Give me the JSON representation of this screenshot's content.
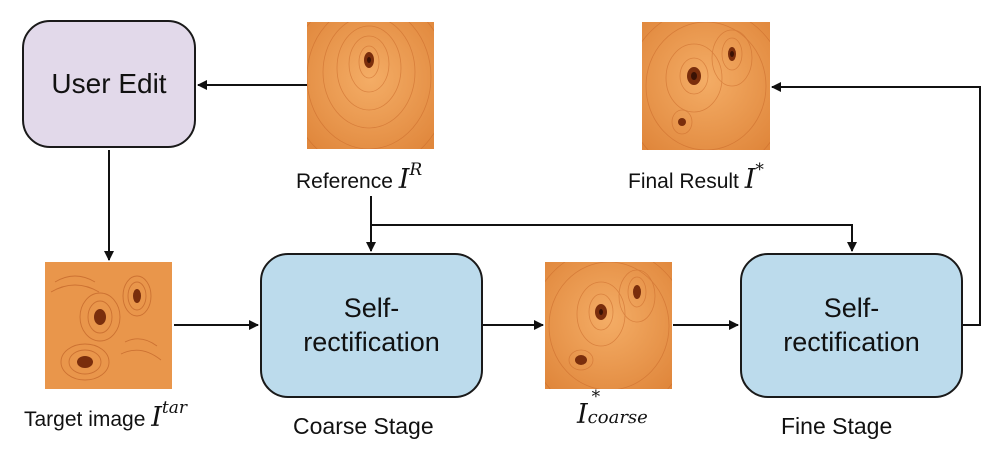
{
  "boxes": {
    "user_edit": "User Edit",
    "coarse_rectification": "Self-rectification",
    "fine_rectification": "Self-rectification"
  },
  "labels": {
    "reference_text": "Reference",
    "reference_symbol": "I",
    "reference_sup": "R",
    "final_text": "Final Result",
    "final_symbol": "I",
    "final_sup": "*",
    "target_text": "Target image",
    "target_symbol": "I",
    "target_sup": "tar",
    "coarse_symbol": "I",
    "coarse_sup": "*",
    "coarse_sub": "coarse",
    "coarse_stage": "Coarse Stage",
    "fine_stage": "Fine Stage"
  },
  "colors": {
    "edit_box": "#e2d9ea",
    "stage_box": "#bcdbec",
    "wood_light": "#f2a35a",
    "wood_mid": "#e28a3e",
    "wood_dark": "#b7561c",
    "arrow": "#111111"
  }
}
